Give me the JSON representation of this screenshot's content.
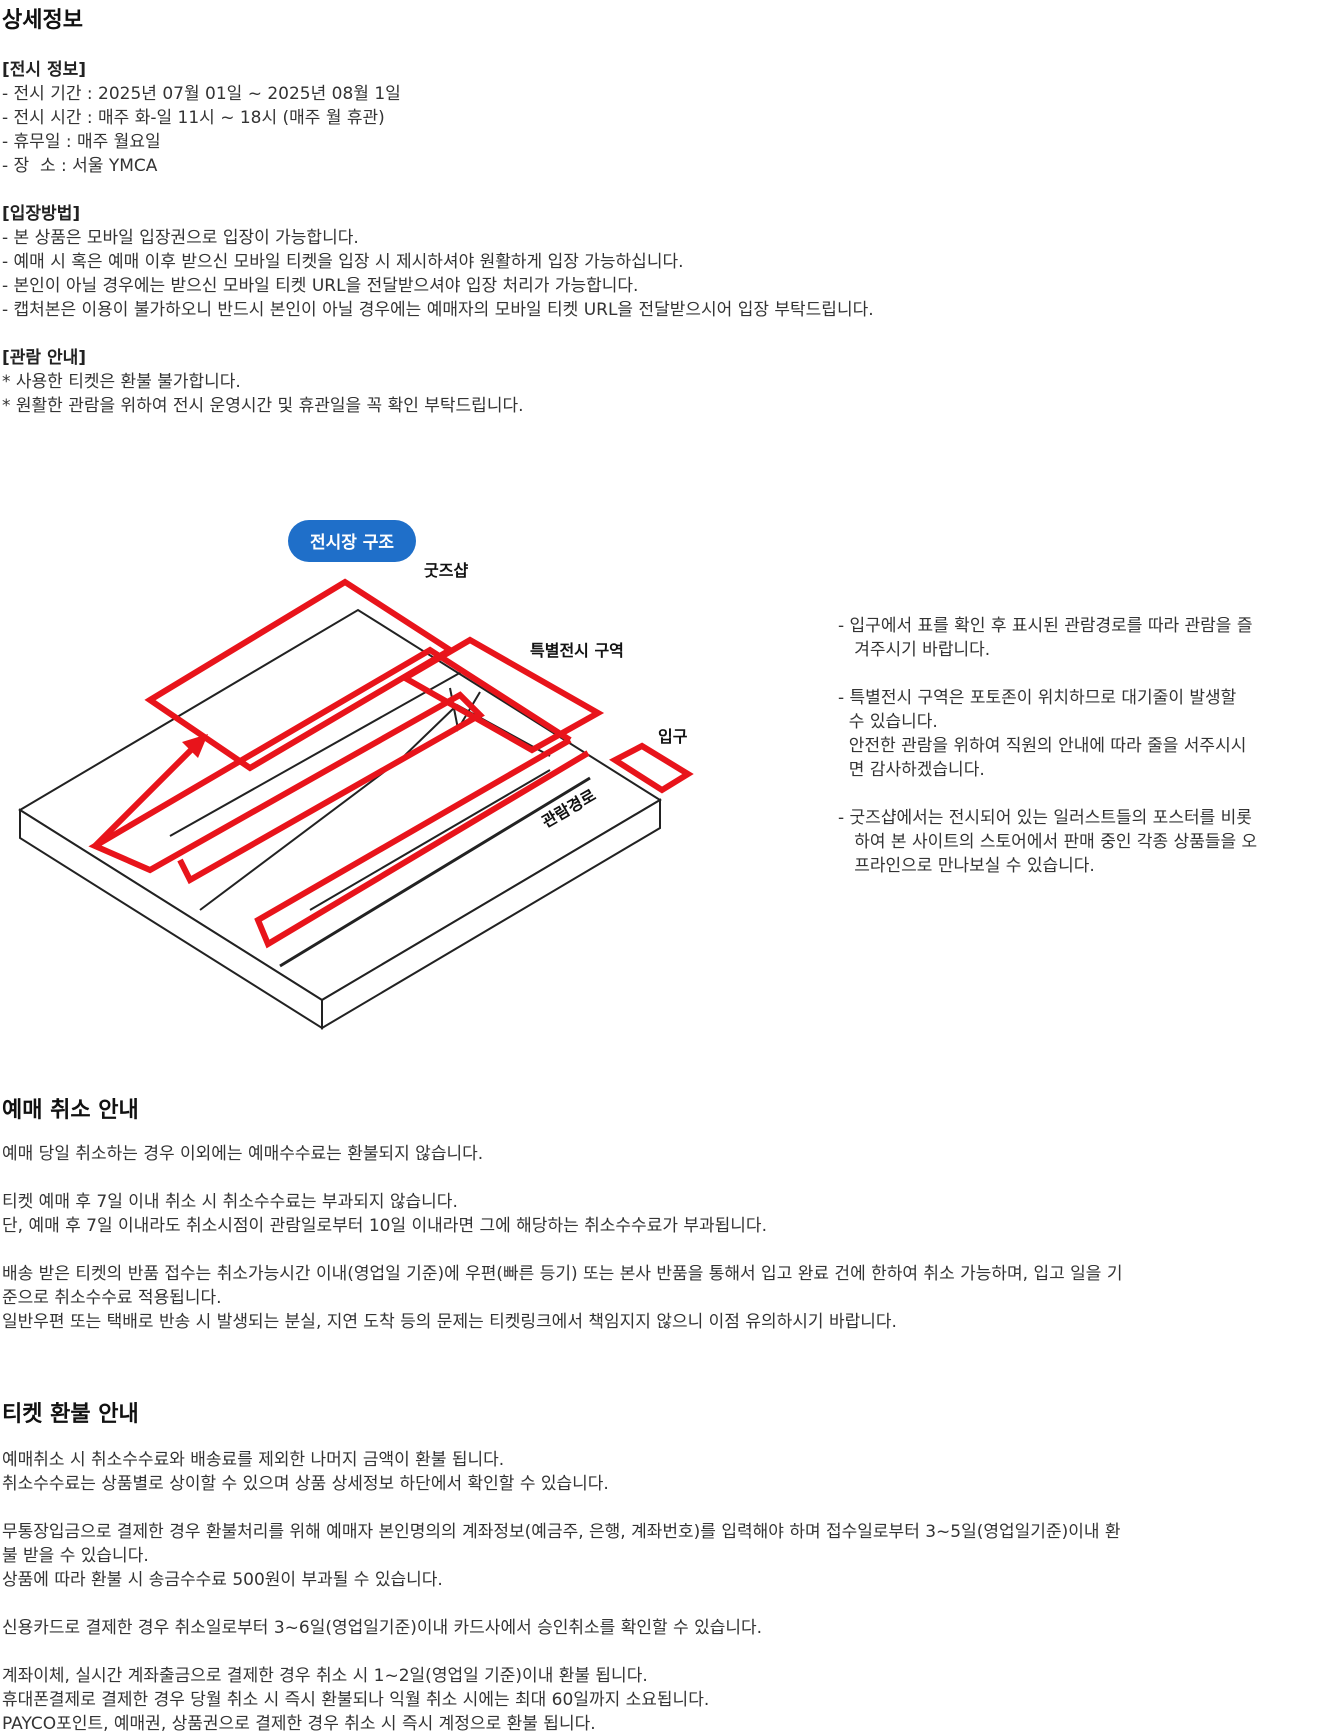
{
  "detail": {
    "title": "상세정보",
    "exhibit_info": {
      "heading": "[전시 정보]",
      "lines": [
        "- 전시 기간 : 2025년 07월 01일 ~ 2025년 08월 1일",
        "- 전시 시간 : 매주 화-일 11시 ~ 18시 (매주 월 휴관)",
        "- 휴무일 : 매주 월요일",
        "- 장  소 : 서울 YMCA"
      ]
    },
    "entry": {
      "heading": "[입장방법]",
      "lines": [
        "- 본 상품은 모바일 입장권으로 입장이 가능합니다.",
        "- 예매 시 혹은 예매 이후 받으신 모바일 티켓을 입장 시 제시하셔야 원활하게 입장 가능하십니다.",
        "- 본인이 아닐 경우에는 받으신 모바일 티켓 URL을 전달받으셔야 입장 처리가 가능합니다.",
        "- 캡처본은 이용이 불가하오니 반드시 본인이 아닐 경우에는 예매자의 모바일 티켓 URL을 전달받으시어 입장 부탁드립니다."
      ]
    },
    "viewing": {
      "heading": "[관람 안내]",
      "lines": [
        "* 사용한 티켓은 환불 불가합니다.",
        "* 원활한 관람을 위하여 전시 운영시간 및 휴관일을 꼭 확인 부탁드립니다."
      ]
    }
  },
  "diagram": {
    "badge": "전시장 구조",
    "label_goods": "굿즈샵",
    "label_special": "특별전시 구역",
    "label_entrance": "입구",
    "label_route": "관람경로",
    "colors": {
      "badge": "#1f6fc9",
      "route": "#e8141b",
      "line": "#222222"
    }
  },
  "notes": {
    "lines": [
      "- 입구에서 표를 확인 후 표시된 관람경로를 따라 관람을 즐",
      "   겨주시기 바랍니다.",
      "",
      "- 특별전시 구역은 포토존이 위치하므로 대기줄이 발생할",
      "  수 있습니다.",
      "  안전한 관람을 위하여 직원의 안내에 따라 줄을 서주시시",
      "  면 감사하겠습니다.",
      "",
      "- 굿즈샵에서는 전시되어 있는 일러스트들의 포스터를 비롯",
      "   하여 본 사이트의 스토어에서 판매 중인 각종 상품들을 오",
      "   프라인으로 만나보실 수 있습니다."
    ]
  },
  "cancel": {
    "title": "예매 취소 안내",
    "lines": [
      "예매 당일 취소하는 경우 이외에는 예매수수료는 환불되지 않습니다.",
      "",
      "티켓 예매 후 7일 이내 취소 시 취소수수료는 부과되지 않습니다.",
      "단, 예매 후 7일 이내라도 취소시점이 관람일로부터 10일 이내라면 그에 해당하는 취소수수료가 부과됩니다.",
      "",
      "배송 받은 티켓의 반품 접수는 취소가능시간 이내(영업일 기준)에 우편(빠른 등기) 또는 본사 반품을 통해서 입고 완료 건에 한하여 취소 가능하며, 입고 일을 기",
      "준으로 취소수수료 적용됩니다.",
      "일반우편 또는 택배로 반송 시 발생되는 분실, 지연 도착 등의 문제는 티켓링크에서 책임지지 않으니 이점 유의하시기 바랍니다."
    ]
  },
  "refund": {
    "title": "티켓 환불 안내",
    "lines": [
      "예매취소 시 취소수수료와 배송료를 제외한 나머지 금액이 환불 됩니다.",
      "취소수수료는 상품별로 상이할 수 있으며 상품 상세정보 하단에서 확인할 수 있습니다.",
      "",
      "무통장입금으로 결제한 경우 환불처리를 위해 예매자 본인명의의 계좌정보(예금주, 은행, 계좌번호)를 입력해야 하며 접수일로부터 3~5일(영업일기준)이내 환",
      "불 받을 수 있습니다.",
      "상품에 따라 환불 시 송금수수료 500원이 부과될 수 있습니다.",
      "",
      "신용카드로 결제한 경우 취소일로부터 3~6일(영업일기준)이내 카드사에서 승인취소를 확인할 수 있습니다.",
      "",
      "계좌이체, 실시간 계좌출금으로 결제한 경우 취소 시 1~2일(영업일 기준)이내 환불 됩니다.",
      "휴대폰결제로 결제한 경우 당월 취소 시 즉시 환불되나 익월 취소 시에는 최대 60일까지 소요됩니다.",
      "PAYCO포인트, 예매권, 상품권으로 결제한 경우 취소 시 즉시 계정으로 환불 됩니다."
    ]
  }
}
